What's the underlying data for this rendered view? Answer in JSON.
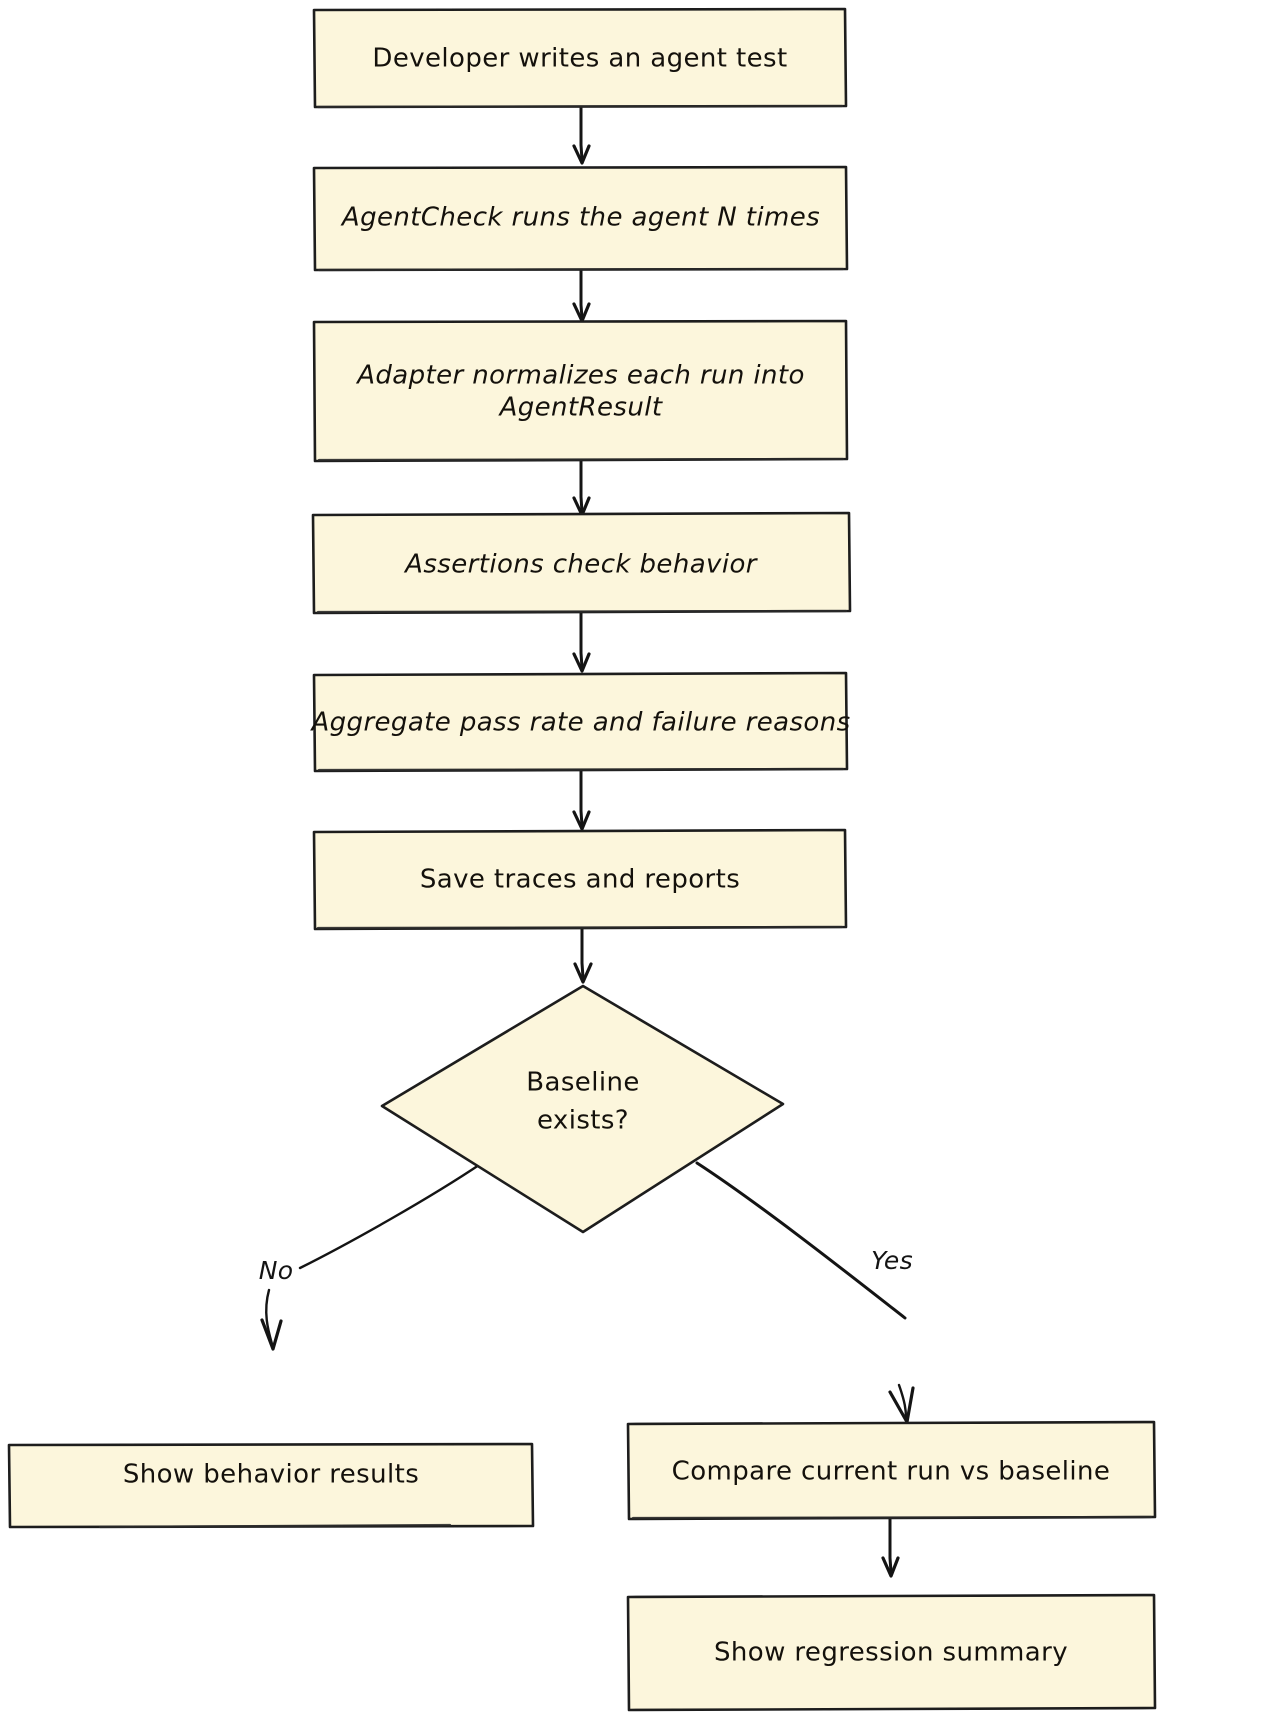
{
  "diagram": {
    "type": "flowchart",
    "title": "AgentCheck agent testing flow",
    "style": "hand-drawn",
    "background_color": "#ffffff",
    "node_fill_color": "#fcf6dc",
    "node_stroke_color": "#1d1d1d",
    "text_color": "#14110c",
    "nodes": [
      {
        "id": "n1",
        "shape": "rectangle",
        "label": "Developer writes an agent test",
        "lines": [
          "Developer writes an agent test"
        ]
      },
      {
        "id": "n2",
        "shape": "rectangle",
        "label": "AgentCheck runs the agent N times",
        "lines": [
          "AgentCheck runs the agent N times"
        ]
      },
      {
        "id": "n3",
        "shape": "rectangle",
        "label": "Adapter normalizes each run into AgentResult",
        "lines": [
          "Adapter normalizes each run into",
          "AgentResult"
        ]
      },
      {
        "id": "n4",
        "shape": "rectangle",
        "label": "Assertions check behavior",
        "lines": [
          "Assertions check behavior"
        ]
      },
      {
        "id": "n5",
        "shape": "rectangle",
        "label": "Aggregate pass rate and failure reasons",
        "lines": [
          "Aggregate pass rate and failure reasons"
        ]
      },
      {
        "id": "n6",
        "shape": "rectangle",
        "label": "Save traces and reports",
        "lines": [
          "Save traces and reports"
        ]
      },
      {
        "id": "n7",
        "shape": "diamond",
        "label": "Baseline exists?",
        "lines": [
          "Baseline",
          "exists?"
        ]
      },
      {
        "id": "n8",
        "shape": "rectangle",
        "label": "Show behavior results",
        "lines": [
          "Show behavior results"
        ]
      },
      {
        "id": "n9",
        "shape": "rectangle",
        "label": "Compare current run vs baseline",
        "lines": [
          "Compare current run vs baseline"
        ]
      },
      {
        "id": "n10",
        "shape": "rectangle",
        "label": "Show regression summary",
        "lines": [
          "Show regression summary"
        ]
      }
    ],
    "edges": [
      {
        "from": "n1",
        "to": "n2",
        "label": ""
      },
      {
        "from": "n2",
        "to": "n3",
        "label": ""
      },
      {
        "from": "n3",
        "to": "n4",
        "label": ""
      },
      {
        "from": "n4",
        "to": "n5",
        "label": ""
      },
      {
        "from": "n5",
        "to": "n6",
        "label": ""
      },
      {
        "from": "n6",
        "to": "n7",
        "label": ""
      },
      {
        "from": "n7",
        "to": "n8",
        "label": "No"
      },
      {
        "from": "n7",
        "to": "n9",
        "label": "Yes"
      },
      {
        "from": "n9",
        "to": "n10",
        "label": ""
      }
    ],
    "edge_labels": {
      "no": "No",
      "yes": "Yes"
    }
  }
}
